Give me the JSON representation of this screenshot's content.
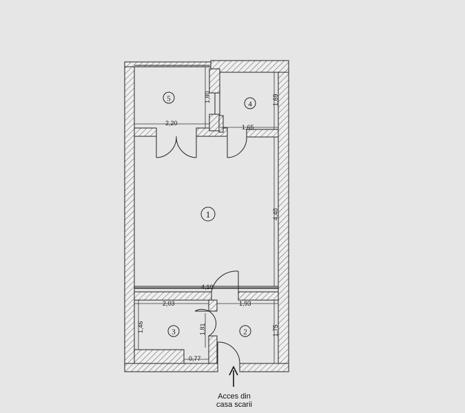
{
  "rooms": [
    {
      "number": "1"
    },
    {
      "number": "2"
    },
    {
      "number": "3"
    },
    {
      "number": "4"
    },
    {
      "number": "5"
    }
  ],
  "dimensions": {
    "room5_width": "2,20",
    "room5_height": "1,80",
    "room4_width": "1,65",
    "room4_height": "1,69",
    "room1_height": "4,40",
    "room1_width": "4,10",
    "room3_width": "2,03",
    "room2_width": "1,93",
    "room3_height": "1,46",
    "room3_partial_height": "1,81",
    "room3_bottom": "0,77",
    "room2_height": "1,75"
  },
  "access": {
    "line1": "Acces din",
    "line2": "casa scarii"
  },
  "colors": {
    "background": "#e7e6e7",
    "wall_hatch": "#555555",
    "line": "#222222"
  }
}
